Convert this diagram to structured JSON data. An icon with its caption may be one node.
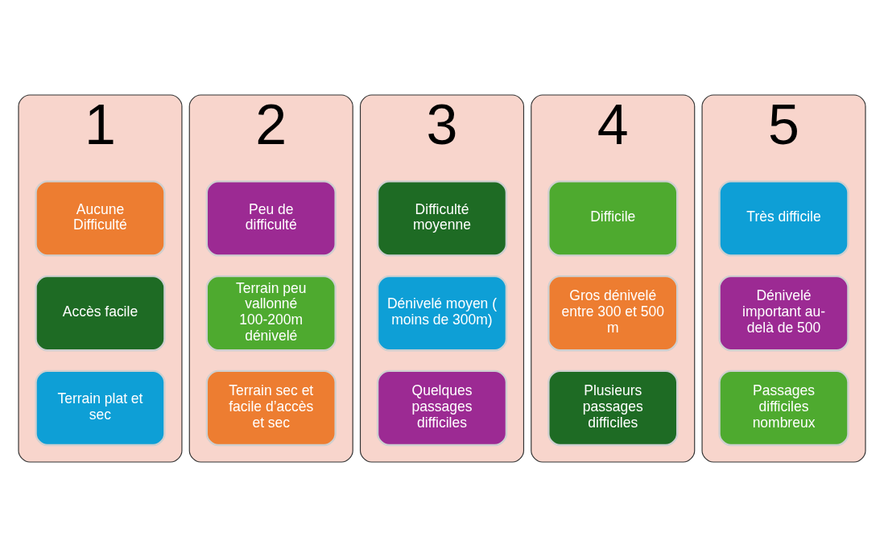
{
  "diagram": {
    "nodes": [
      {
        "text": [
          "1"
        ]
      },
      {
        "text": [
          "Aucune Difficulté"
        ],
        "in": 0
      },
      {
        "text": [
          "Accès facile"
        ],
        "in": 0
      },
      {
        "text": [
          "Terrain plat et sec"
        ],
        "in": 0
      },
      {
        "text": [
          "2"
        ]
      },
      {
        "text": [
          "Peu de difficulté"
        ],
        "in": 4
      },
      {
        "text": [
          "Terrain peu vallonné 100-200m dénivelé"
        ],
        "in": 4
      },
      {
        "text": [
          "Terrain sec et facile d’accès et sec"
        ],
        "in": 4
      },
      {
        "text": [
          "3"
        ]
      },
      {
        "text": [
          "Difficulté moyenne"
        ],
        "in": 8
      },
      {
        "text": [
          "Dénivelé moyen ( moins de 300m)"
        ],
        "in": 8
      },
      {
        "text": [
          "Quelques passages difficiles"
        ],
        "in": 8
      },
      {
        "text": [
          "4"
        ]
      },
      {
        "text": [
          "Difficile"
        ],
        "in": 12
      },
      {
        "text": [
          "Gros dénivelé entre 300 et 500 m"
        ],
        "in": 12
      },
      {
        "text": [
          "Plusieurs passages difficiles"
        ],
        "in": 12
      },
      {
        "text": [
          "5"
        ]
      },
      {
        "text": [
          "Très difficile"
        ],
        "in": 16
      },
      {
        "text": [
          "Dénivelé important au-delà de 500"
        ],
        "in": 16
      },
      {
        "text": [
          "Passages difficiles nombreux"
        ],
        "in": 16
      }
    ]
  }
}
